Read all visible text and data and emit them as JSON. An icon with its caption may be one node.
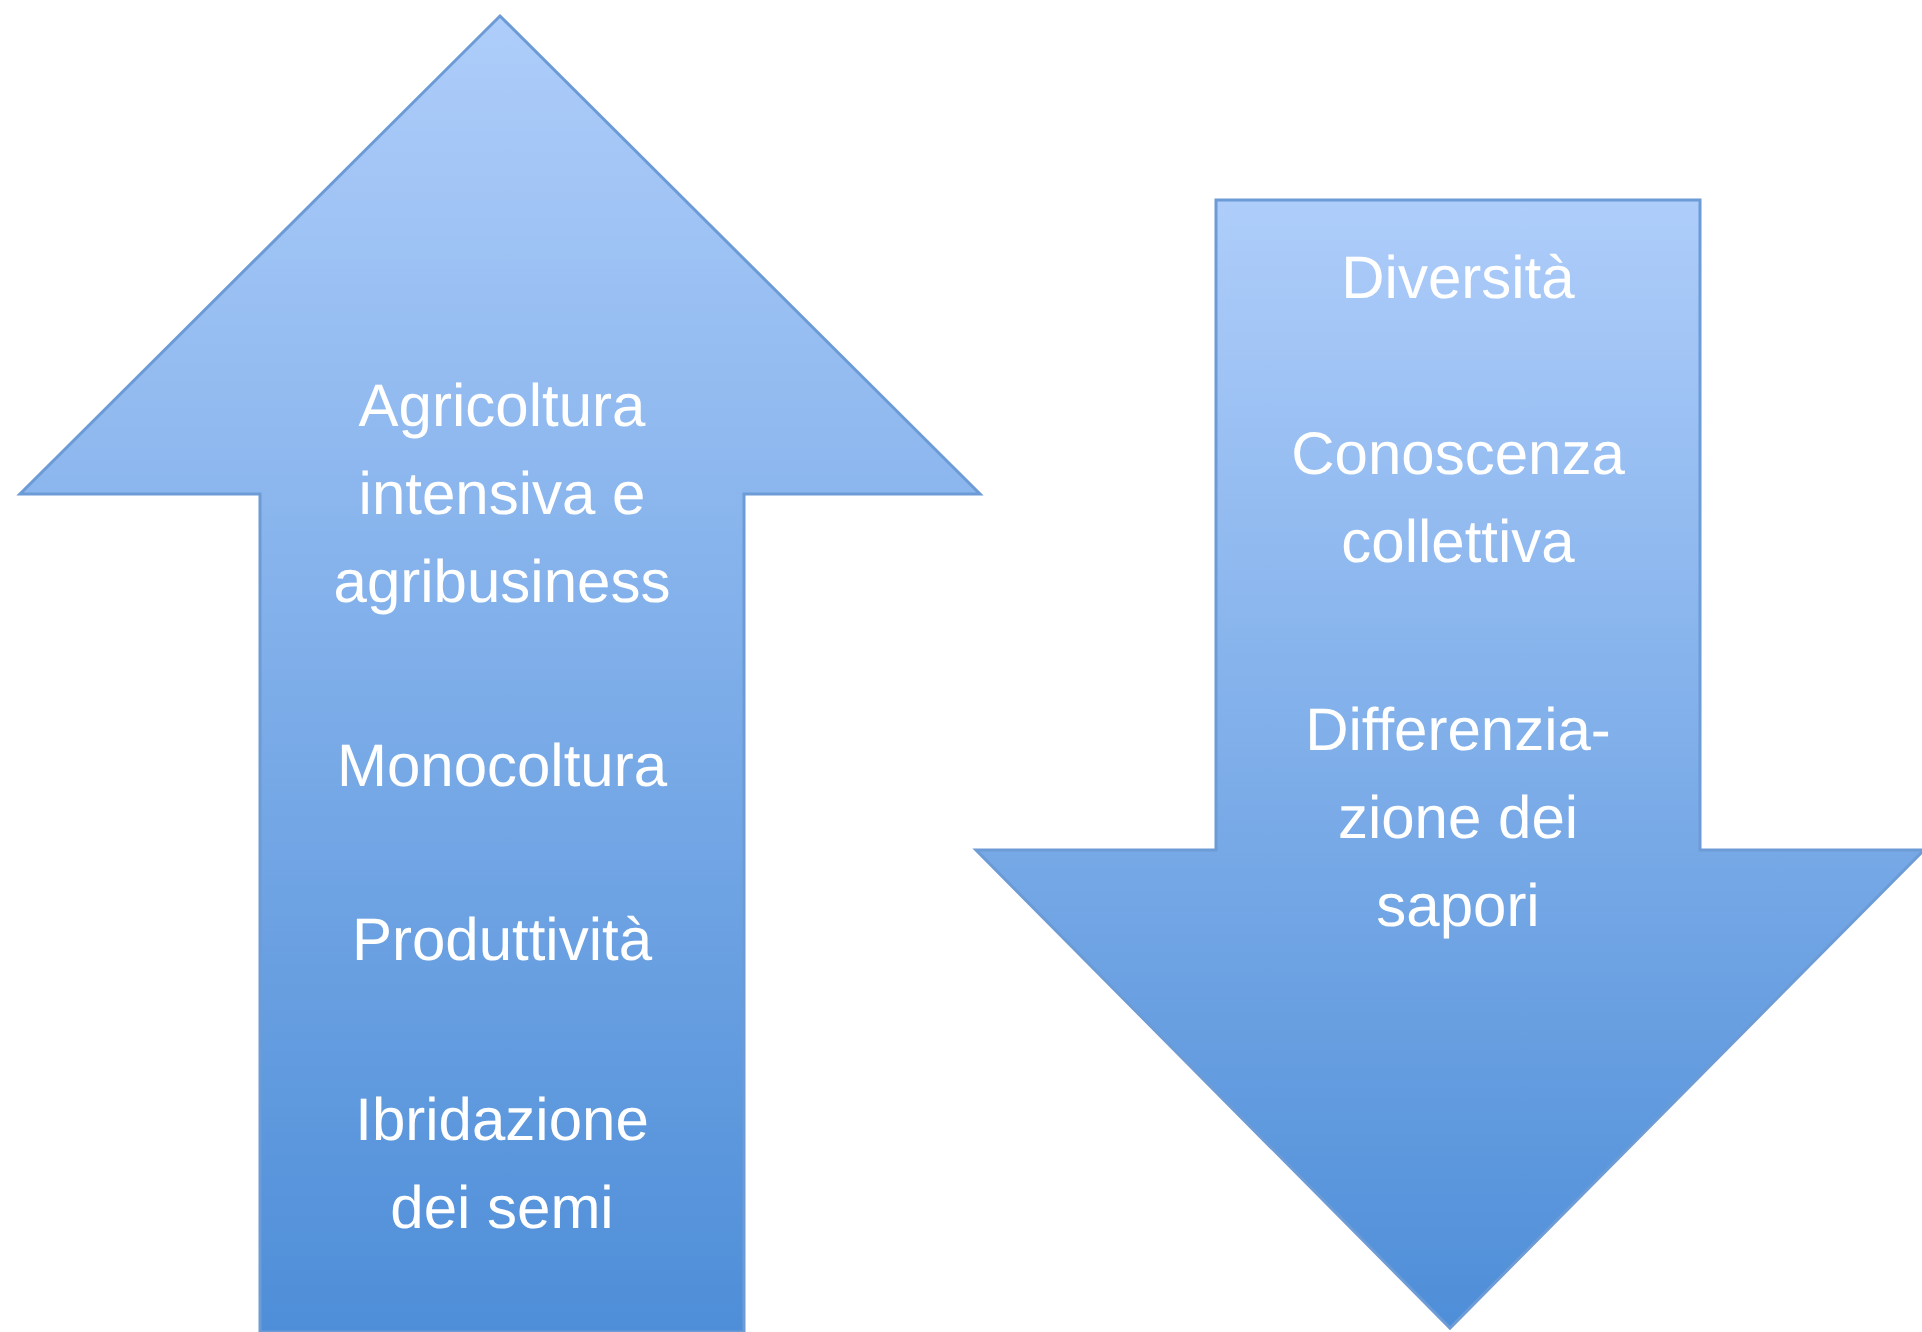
{
  "diagram": {
    "nodes": [
      {
        "text": [
          "Agricoltura intensiva e agribusiness",
          "Monocoltura",
          "Produttività",
          "Ibridazione dei semi"
        ]
      },
      {
        "text": [
          "Diversità",
          "Conoscenza collettiva",
          "Differenzia-zione dei sapori"
        ]
      }
    ]
  }
}
